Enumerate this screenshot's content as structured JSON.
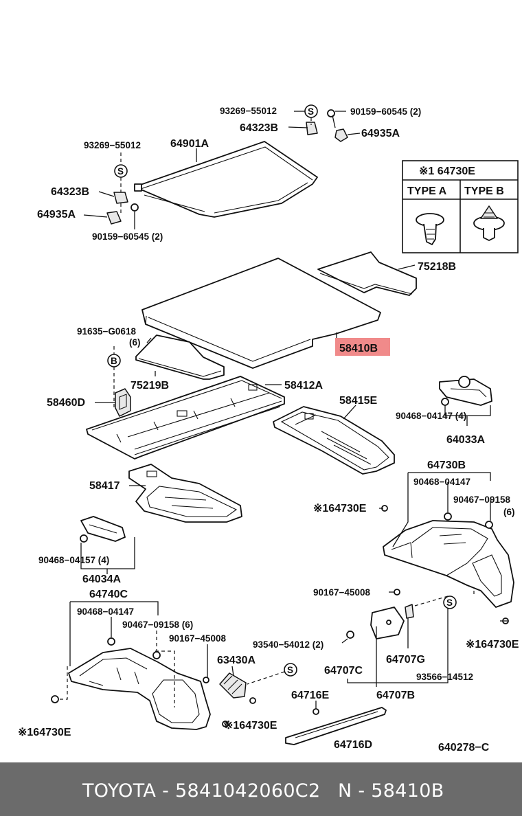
{
  "labels": {
    "p93269_top": "93269−55012",
    "p90159_top": "90159−60545 (2)",
    "p64323b_top": "64323B",
    "p64935a_top": "64935A",
    "p93269_left": "93269−55012",
    "p64901a": "64901A",
    "p64323b_left": "64323B",
    "p64935a_left": "64935A",
    "p90159_left": "90159−60545 (2)",
    "p75218b": "75218B",
    "p58410b": "58410B",
    "p91635": "91635−G0618",
    "p91635_qty": "(6)",
    "p75219b": "75219B",
    "p58412a": "58412A",
    "p58460d": "58460D",
    "p58415e": "58415E",
    "p90468_right": "90468−04147 (4)",
    "p64033a": "64033A",
    "p58417": "58417",
    "p64730b": "64730B",
    "p90468_64730b": "90468−04147",
    "p90467_right": "90467−09158",
    "p90467_right_qty": "(6)",
    "p164730e_mid": "※164730E",
    "p90468_left": "90468−04157 (4)",
    "p64034a": "64034A",
    "p90167_right": "90167−45008",
    "p64740c": "64740C",
    "p90468_64740c": "90468−04147",
    "p90467_left": "90467−09158 (6)",
    "p90167_left": "90167−45008",
    "p93540": "93540−54012 (2)",
    "p63430a": "63430A",
    "p164730e_right": "※164730E",
    "p64707c": "64707C",
    "p64707g": "64707G",
    "p93566": "93566−14512",
    "p64707b": "64707B",
    "p64716e": "64716E",
    "p164730e_bl": "※164730E",
    "p164730e_bc": "※164730E",
    "p64716d": "64716D",
    "p640278c": "640278−C",
    "circle_s": "S",
    "circle_b": "B"
  },
  "type_table": {
    "title": "※1 64730E",
    "type_a": "TYPE A",
    "type_b": "TYPE B"
  },
  "footer": {
    "brand_part": "TOYOTA - 5841042060C2",
    "ref": "N - 58410B"
  },
  "highlight_color": "#f08a8a"
}
